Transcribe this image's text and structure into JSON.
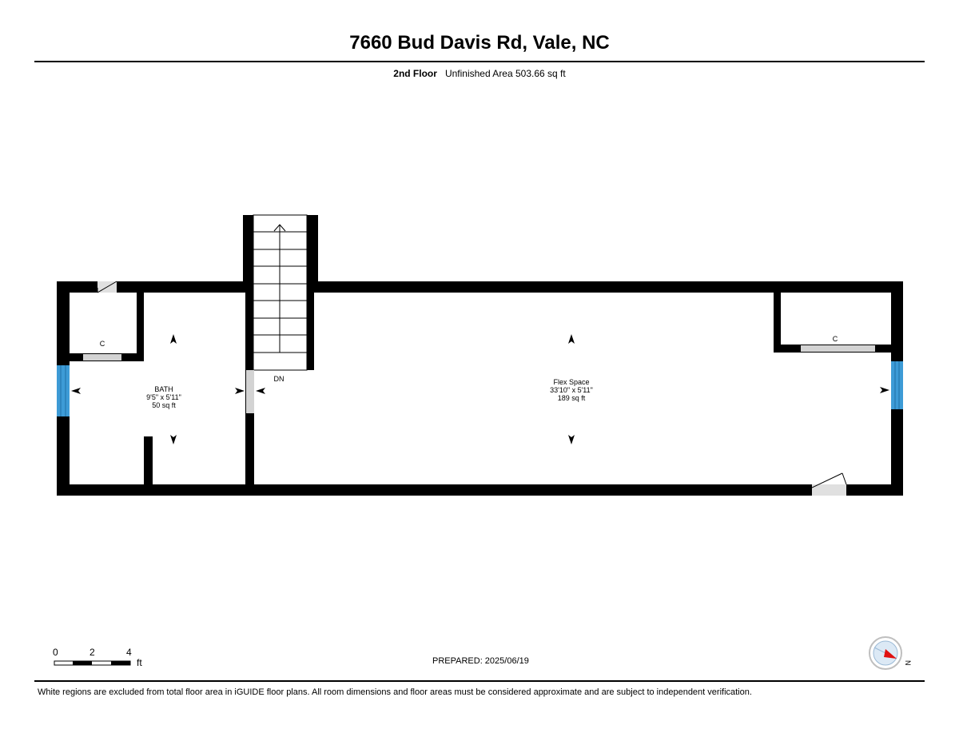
{
  "header": {
    "address": "7660 Bud Davis Rd, Vale, NC",
    "floor_label": "2nd Floor",
    "area_text": "Unfinished Area 503.66 sq ft"
  },
  "rooms": {
    "bath": {
      "name": "BATH",
      "dims": "9'5\" x 5'11\"",
      "area": "50 sq ft"
    },
    "flex": {
      "name": "Flex Space",
      "dims": "33'10\" x 5'11\"",
      "area": "189 sq ft"
    },
    "closet_left": "C",
    "closet_right": "C",
    "stairs": "DN"
  },
  "scale": {
    "ticks": [
      "0",
      "2",
      "4"
    ],
    "unit": "ft"
  },
  "prepared": "PREPARED: 2025/06/19",
  "footer": "White regions are excluded from total floor area in iGUIDE floor plans. All room dimensions and floor areas must be considered approximate and are subject to independent verification.",
  "compass": {
    "direction": "N",
    "icon": "compass-icon"
  },
  "colors": {
    "wall": "#000000",
    "window": "#3d9bd6",
    "door_gap": "#d3d3d3"
  }
}
